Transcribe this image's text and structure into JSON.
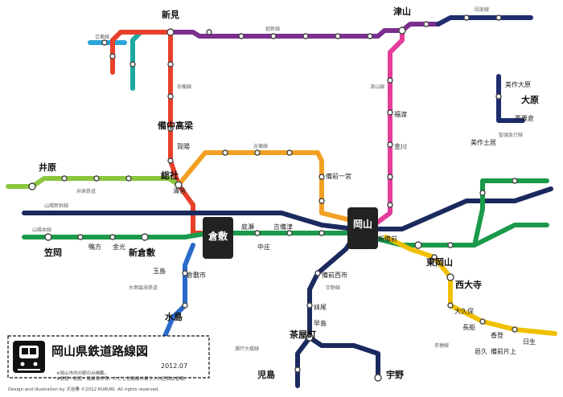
{
  "title": "岡山県鉄道路線図",
  "date": "2012.07",
  "notes": [
    "※岡山市内の駅のみ掲載。",
    "※鉄道・軌道・路線名称等。ただし他路線の乗り入れ区間は省略。"
  ],
  "credit": "Design and illustration by 大谷勝 ©2012 KURURI. All rights reserved.",
  "hubs": {
    "okayama": "岡山",
    "kurashiki": "倉敷"
  },
  "line_labels": {
    "hakubi": "伯備線",
    "kishin": "姫新線",
    "inbi": "因美線",
    "tsuyama": "津山線",
    "kibi": "吉備線",
    "ibara": "井原鉄道",
    "sanyo": "山陽本線",
    "shinkansen": "山陽新幹線",
    "uno": "宇野線",
    "seto_ohashi": "瀬戸大橋線",
    "ako": "赤穂線",
    "mizushima": "水島臨海鉄道",
    "geibi": "芸備線",
    "chizu": "智頭急行線"
  },
  "stations": {
    "niimi": "新見",
    "tsuyama": "津山",
    "soja": "総社",
    "bitchu_takahashi": "備中高梁",
    "shin_kurashiki": "新倉敷",
    "kasaoka": "笠岡",
    "ibara": "井原",
    "higashi_okayama": "東岡山",
    "saidaiji": "西大寺",
    "chayamachi": "茶屋町",
    "kojima": "児島",
    "uno": "宇野",
    "mizushima": "水島",
    "ohara": "大原",
    "mimasaka_ohara": "美作大原",
    "kurashikishi": "倉敷市",
    "kiyone": "清音",
    "kayo": "賀陽",
    "bizen_ichinomiya": "備前一宮",
    "kanagawa": "金川",
    "fukuwatari": "福渡",
    "nishiawakura": "西粟倉",
    "mimasaka_doi": "美作土居",
    "bizen_nishiichi": "備前西市",
    "senoo": "妹尾",
    "hayashima": "早島",
    "okubo": "大久保",
    "osafune": "長船",
    "kagato": "香登",
    "bizen_katakami": "備前片上",
    "hinase": "日生",
    "ooku": "邑久",
    "kibitsu": "吉備津",
    "niwase": "庭瀬",
    "nakasho": "中庄",
    "kamogata": "鴨方",
    "konko": "金光",
    "tamashima": "玉島",
    "shin_bizen": "新備前"
  }
}
